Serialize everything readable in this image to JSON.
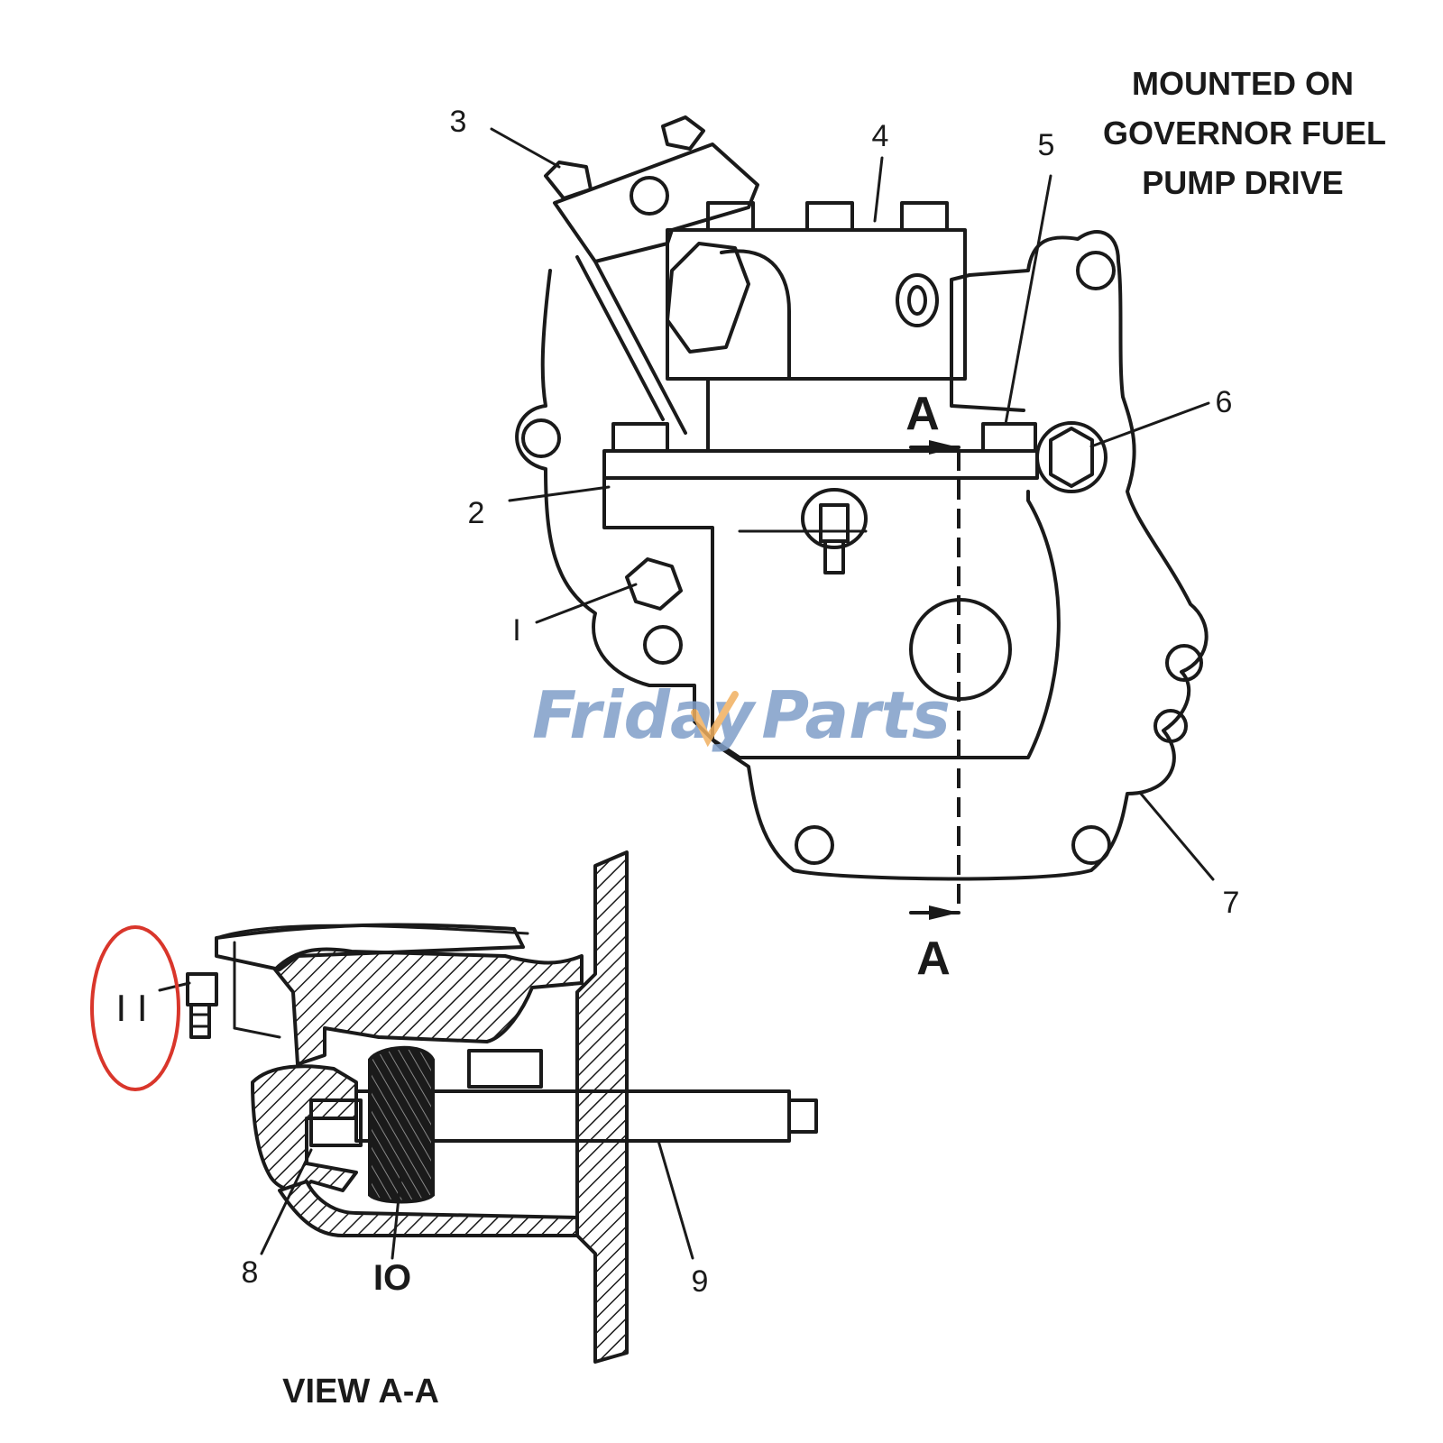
{
  "note": {
    "lines": [
      "MOUNTED ON",
      "GOVERNOR FUEL",
      "PUMP DRIVE"
    ]
  },
  "section_marker": {
    "top": "A",
    "bottom": "A"
  },
  "view_title": "VIEW  A-A",
  "callouts": {
    "c1": "I",
    "c2": "2",
    "c3": "3",
    "c4": "4",
    "c5": "5",
    "c6": "6",
    "c7": "7",
    "c8": "8",
    "c9": "9",
    "c10": "IO",
    "c11": "I I"
  },
  "watermark": {
    "part1": "Friday",
    "part2": "Parts",
    "color_main": "#7f9ec8",
    "color_accent": "#f0b060"
  },
  "highlight_color": "#d9362b"
}
